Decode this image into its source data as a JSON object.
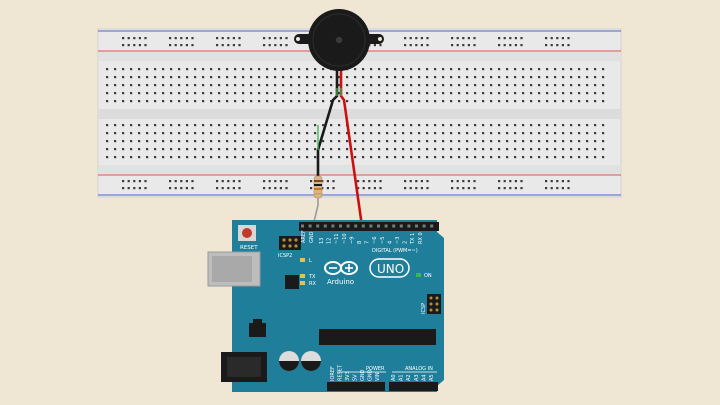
{
  "colors": {
    "background": "#efe6d3",
    "breadboard": "#e9e9e9",
    "board": "#1f7f9a",
    "rail_red": "#d9534f",
    "rail_blue": "#4a62c9",
    "wire_red": "#cc1010",
    "wire_black": "#1a1a1a",
    "wire_green": "#39b54a"
  },
  "board": {
    "reset_label": "RESET",
    "icsp2_label": "ICSP2",
    "icsp_label": "ICSP",
    "l_label": "L",
    "tx_label": "TX",
    "rx_label": "RX",
    "on_label": "ON",
    "digital_label": "DIGITAL (PWM=~)",
    "brand_label": "Arduino",
    "model_label": "UNO",
    "power_label": "POWER",
    "analog_label": "ANALOG IN",
    "aref_label": "AREF",
    "gnd_label": "GND",
    "digital_pins": [
      "13",
      "12",
      "~11",
      "~10",
      "~9",
      "8",
      "7",
      "~6",
      "~5",
      "4",
      "~3",
      "2",
      "TX 1",
      "RX 0"
    ],
    "power_pins": [
      "IOREF",
      "RESET",
      "3V3",
      "5V",
      "GND",
      "GND",
      "VIN"
    ],
    "analog_pins": [
      "A0",
      "A1",
      "A2",
      "A3",
      "A4",
      "A5"
    ]
  },
  "components": {
    "buzzer": "piezo-buzzer",
    "resistor": "resistor"
  }
}
